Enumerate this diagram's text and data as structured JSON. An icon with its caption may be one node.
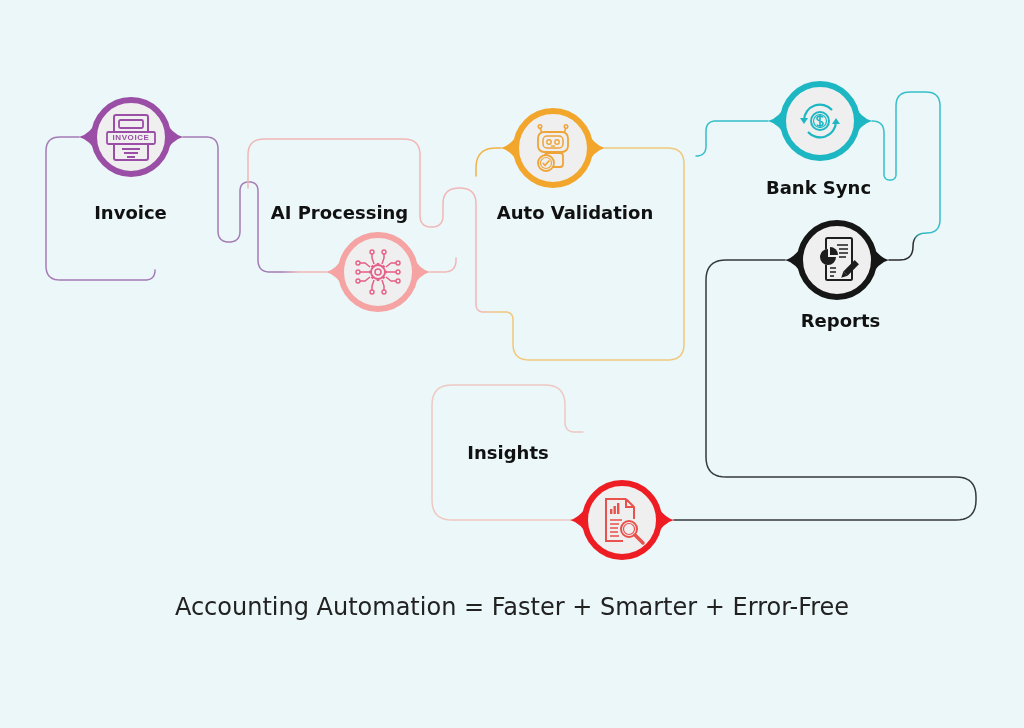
{
  "diagram": {
    "caption": "Accounting Automation = Faster + Smarter + Error-Free",
    "nodes": [
      {
        "text": [],
        "shape": "circle",
        "beside": [
          "Invoice"
        ]
      },
      {
        "text": [],
        "shape": "circle",
        "beside": [
          "AI Processing"
        ]
      },
      {
        "text": [],
        "shape": "circle",
        "beside": [
          "Auto Validation"
        ]
      },
      {
        "text": [],
        "shape": "circle",
        "beside": [
          "Bank Sync"
        ]
      },
      {
        "text": [],
        "shape": "circle",
        "beside": [
          "Reports"
        ]
      },
      {
        "text": [],
        "shape": "circle",
        "beside": [
          "Insights"
        ]
      }
    ],
    "edges": [
      {
        "from": 0,
        "to": null,
        "arrow": "none",
        "color": "#a57bb6"
      },
      {
        "from": 0,
        "to": 1,
        "arrow": "none",
        "color": "#f2b6b6"
      },
      {
        "from": 1,
        "to": null,
        "arrow": "none",
        "color": "#f2b6b6"
      },
      {
        "from": null,
        "to": 2,
        "arrow": "none",
        "color": "#f1c77a"
      },
      {
        "from": 2,
        "to": null,
        "arrow": "none",
        "color": "#f0b347"
      },
      {
        "from": null,
        "to": 3,
        "arrow": "none",
        "color": "#35bfca"
      },
      {
        "from": 3,
        "to": 4,
        "arrow": "none",
        "color": "#2a2a2a"
      },
      {
        "from": 4,
        "to": 5,
        "arrow": "none",
        "color": "#34393d"
      },
      {
        "from": 5,
        "to": null,
        "arrow": "none",
        "color": "#efc8c2"
      }
    ],
    "labels": [
      "INVOICE"
    ]
  }
}
